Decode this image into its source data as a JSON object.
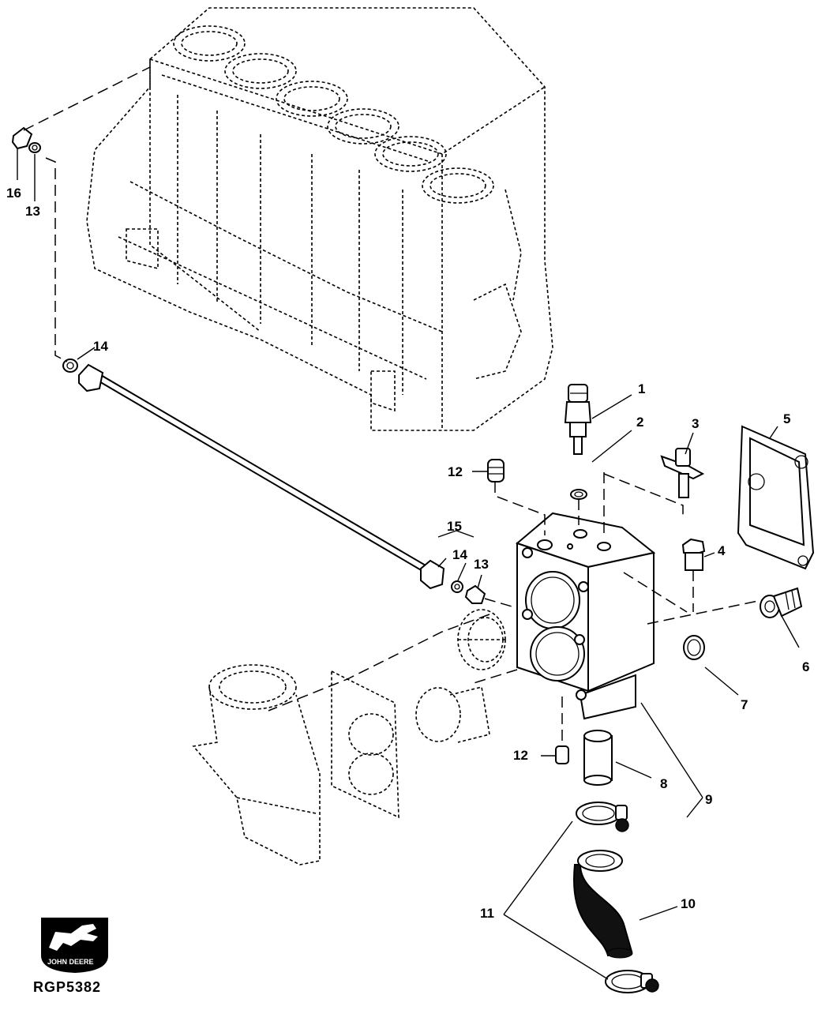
{
  "figure_id": "RGP5382",
  "logo": {
    "brand_text": "JOHN DEERE"
  },
  "callouts": {
    "c1": "1",
    "c2": "2",
    "c3": "3",
    "c4": "4",
    "c5": "5",
    "c6": "6",
    "c7": "7",
    "c8": "8",
    "c9": "9",
    "c10": "10",
    "c11": "11",
    "c12a": "12",
    "c12b": "12",
    "c13a": "13",
    "c13b": "13",
    "c14a": "14",
    "c14b": "14",
    "c15": "15",
    "c16": "16"
  }
}
